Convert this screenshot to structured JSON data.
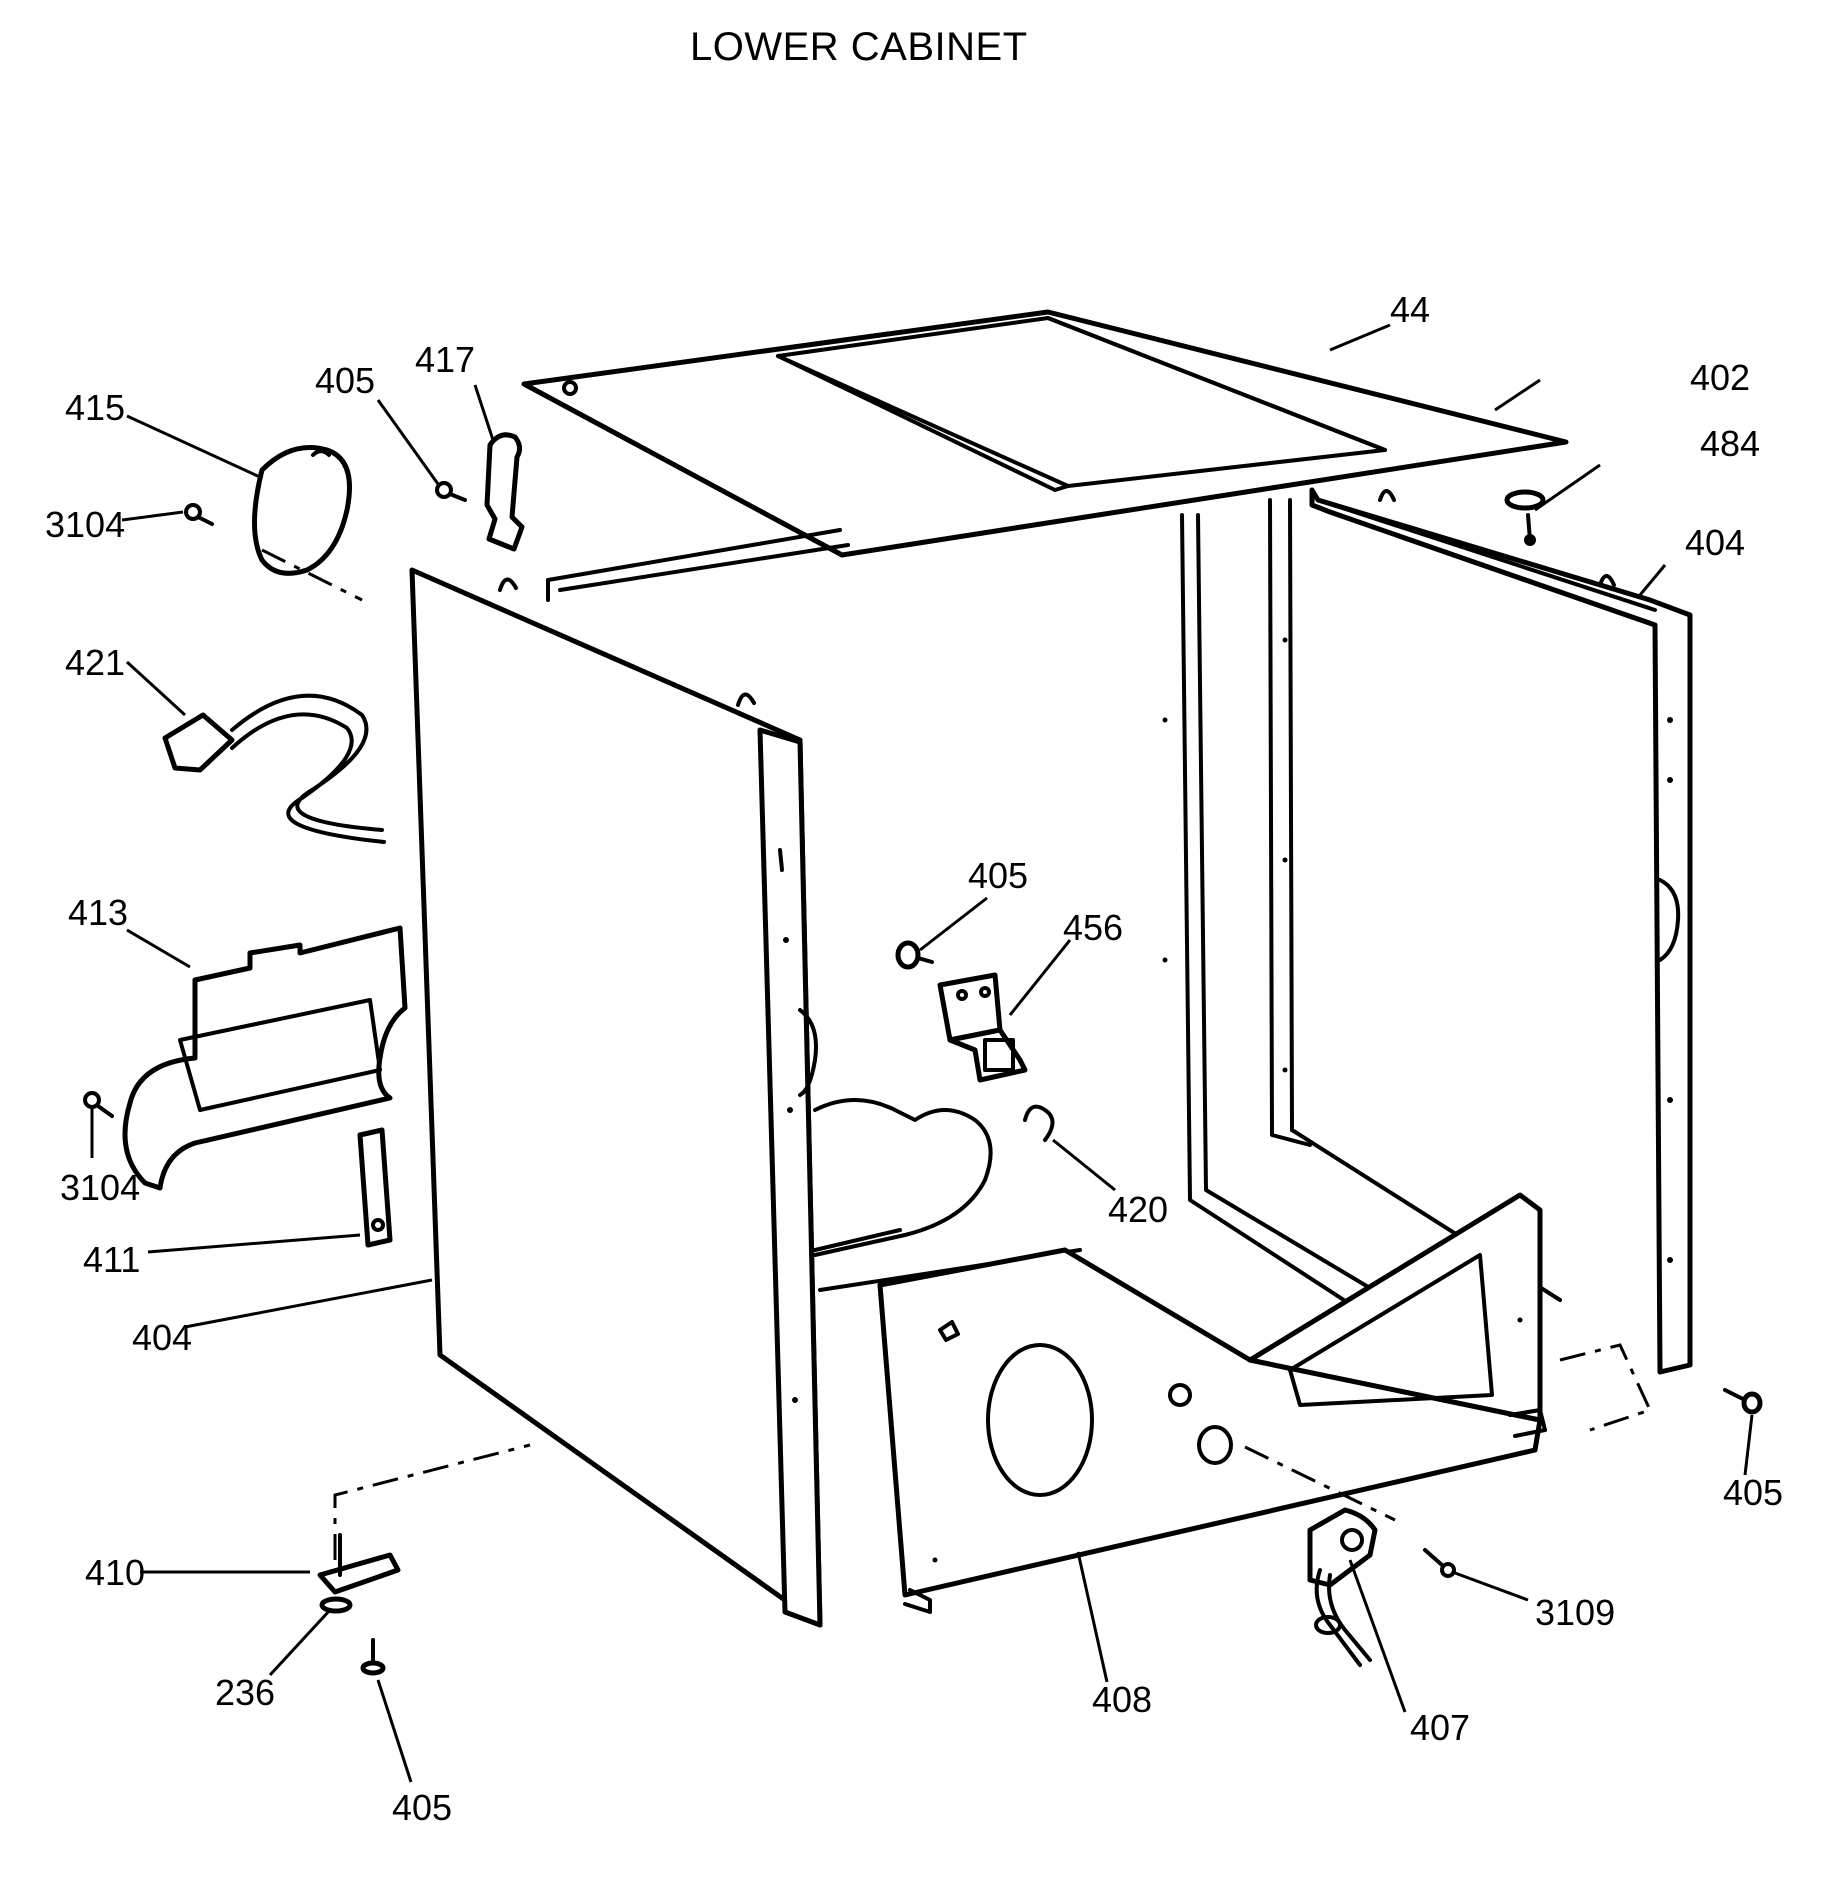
{
  "title": "LOWER CABINET",
  "labels": {
    "p44": "44",
    "p402": "402",
    "p484": "484",
    "p404_right": "404",
    "p404_left": "404",
    "p405_topleft": "405",
    "p405_center": "405",
    "p405_right": "405",
    "p405_bottom": "405",
    "p407": "407",
    "p408": "408",
    "p410": "410",
    "p411": "411",
    "p413": "413",
    "p415": "415",
    "p417": "417",
    "p420": "420",
    "p421": "421",
    "p456": "456",
    "p236": "236",
    "p3104_top": "3104",
    "p3104_bottom": "3104",
    "p3109": "3109"
  }
}
